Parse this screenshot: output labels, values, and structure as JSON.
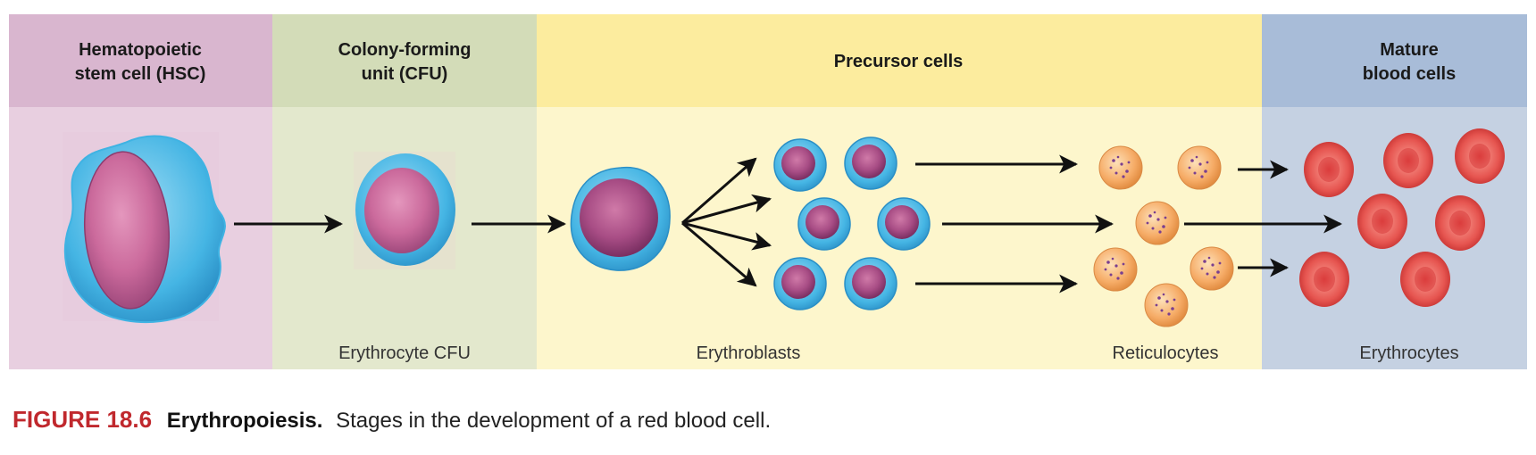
{
  "headers": {
    "hsc_line1": "Hematopoietic",
    "hsc_line2": "stem cell (HSC)",
    "cfu_line1": "Colony-forming",
    "cfu_line2": "unit (CFU)",
    "precursor": "Precursor cells",
    "mature_line1": "Mature",
    "mature_line2": "blood cells"
  },
  "labels": {
    "erythrocyte_cfu": "Erythrocyte CFU",
    "erythroblasts": "Erythroblasts",
    "reticulocytes": "Reticulocytes",
    "erythrocytes": "Erythrocytes"
  },
  "caption": {
    "number": "FIGURE 18.6",
    "title": "Erythropoiesis.",
    "text": "Stages in the development of a red blood cell."
  },
  "colors": {
    "hsc_header": "#d9b6cf",
    "hsc_body": "#e8cfe0",
    "cfu_header": "#d3dcb8",
    "cfu_body": "#e3e8cd",
    "precursor_header": "#fcec9e",
    "precursor_body": "#fdf6cc",
    "mature_header": "#a8bcd8",
    "mature_body": "#c5d1e2",
    "cell_cytoplasm": "#3fb3e3",
    "nucleus": "#a5487f",
    "reticulocyte": "#f5a35c",
    "erythrocyte": "#e2504e",
    "caption_accent": "#c0282d"
  }
}
